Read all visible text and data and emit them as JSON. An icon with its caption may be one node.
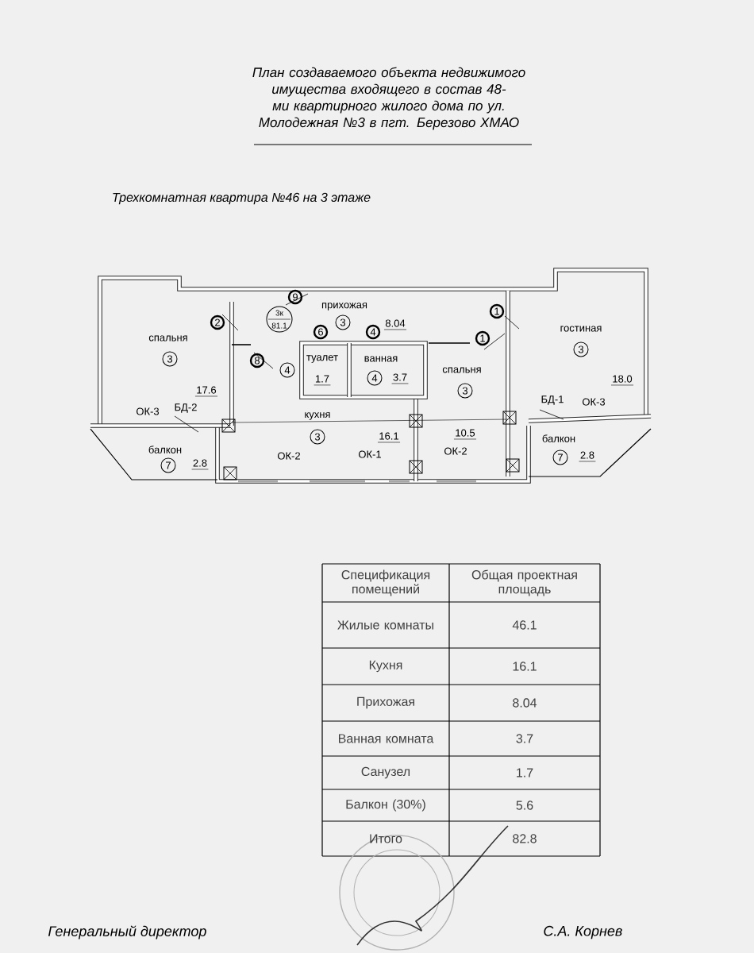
{
  "diagram": {
    "title": "План создаваемого объекта недвижимого имущества входящего в состав 48-ми квартирного жилого дома по ул. Молодежная №3 в пгт. Березово ХМАО",
    "labels": [
      "Трехкомнатная квартира №46 на 3 этаже",
      "9",
      "прихожая",
      "3к",
      "2",
      "81.1",
      "3",
      "спальня",
      "3",
      "17.6",
      "1",
      "гостиная",
      "3",
      "18.0",
      "6",
      "4",
      "8.04",
      "1",
      "8",
      "4",
      "туалет",
      "1.7",
      "ванная",
      "4",
      "3.7",
      "спальня",
      "3",
      "ОК-3",
      "БД-2",
      "БД-1",
      "ОК-3",
      "кухня",
      "3",
      "16.1",
      "10.5",
      "балкон",
      "7",
      "2.8",
      "ОК-2",
      "ОК-1",
      "ОК-2",
      "балкон",
      "7",
      "2.8",
      "Спецификация помещений",
      "Общая проектная площадь",
      "Жилые комнаты",
      "46.1",
      "Кухня",
      "16.1",
      "Прихожая",
      "8.04",
      "Ванная комната",
      "3.7",
      "Санузел",
      "1.7",
      "Балкон (30%)",
      "5.6",
      "Итого",
      "82.8",
      "Генеральный директор",
      "С.А. Корнев"
    ]
  }
}
